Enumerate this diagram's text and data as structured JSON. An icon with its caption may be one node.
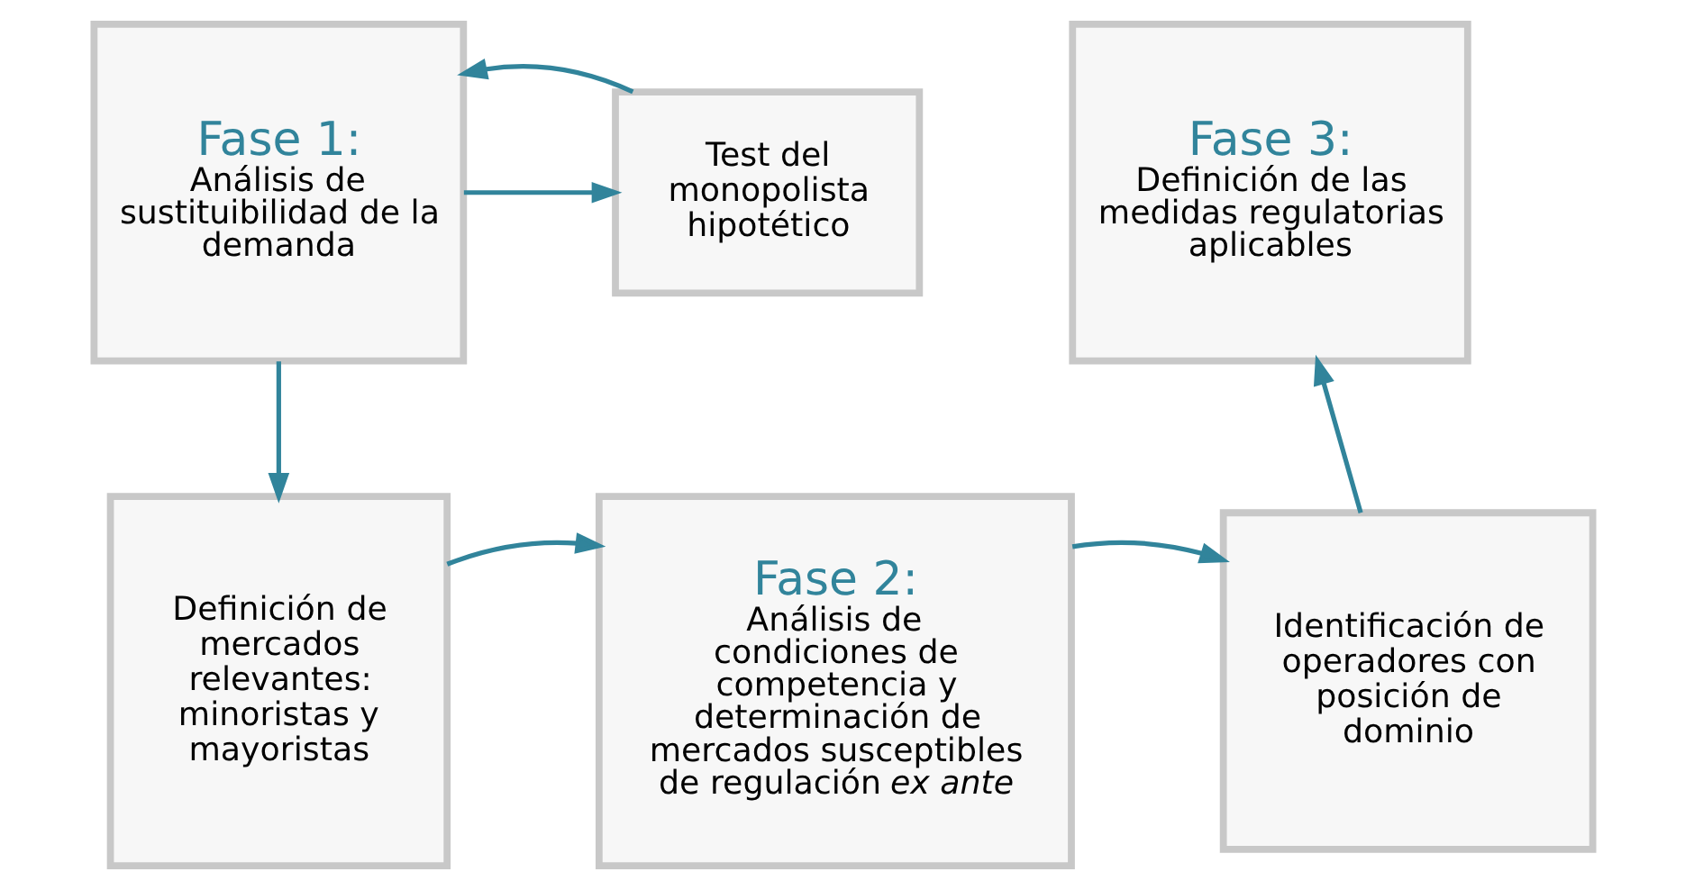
{
  "diagram": {
    "nodes": [
      {
        "text": [
          "Fase 1:",
          "Análisis de sustituibilidad de la demanda"
        ]
      },
      {
        "text": [
          "Test del monopolista hipotético"
        ]
      },
      {
        "text": [
          "Fase 3:",
          "Definición de las medidas regulatorias aplicables"
        ]
      },
      {
        "text": [
          "Definición de mercados relevantes: minoristas y mayoristas"
        ]
      },
      {
        "text": [
          "Fase 2:",
          "Análisis de condiciones de competencia y determinación de mercados susceptibles de regulación *ex ante*"
        ]
      },
      {
        "text": [
          "Identificación de operadores con posición de dominio"
        ]
      }
    ],
    "edges": [
      {
        "from": 0,
        "to": 1,
        "arrow": "to"
      },
      {
        "from": 1,
        "to": 0,
        "arrow": "to"
      },
      {
        "from": 0,
        "to": 3,
        "arrow": "to"
      },
      {
        "from": 3,
        "to": 4,
        "arrow": "to"
      },
      {
        "from": 4,
        "to": 5,
        "arrow": "to"
      },
      {
        "from": 5,
        "to": 2,
        "arrow": "to"
      }
    ]
  }
}
